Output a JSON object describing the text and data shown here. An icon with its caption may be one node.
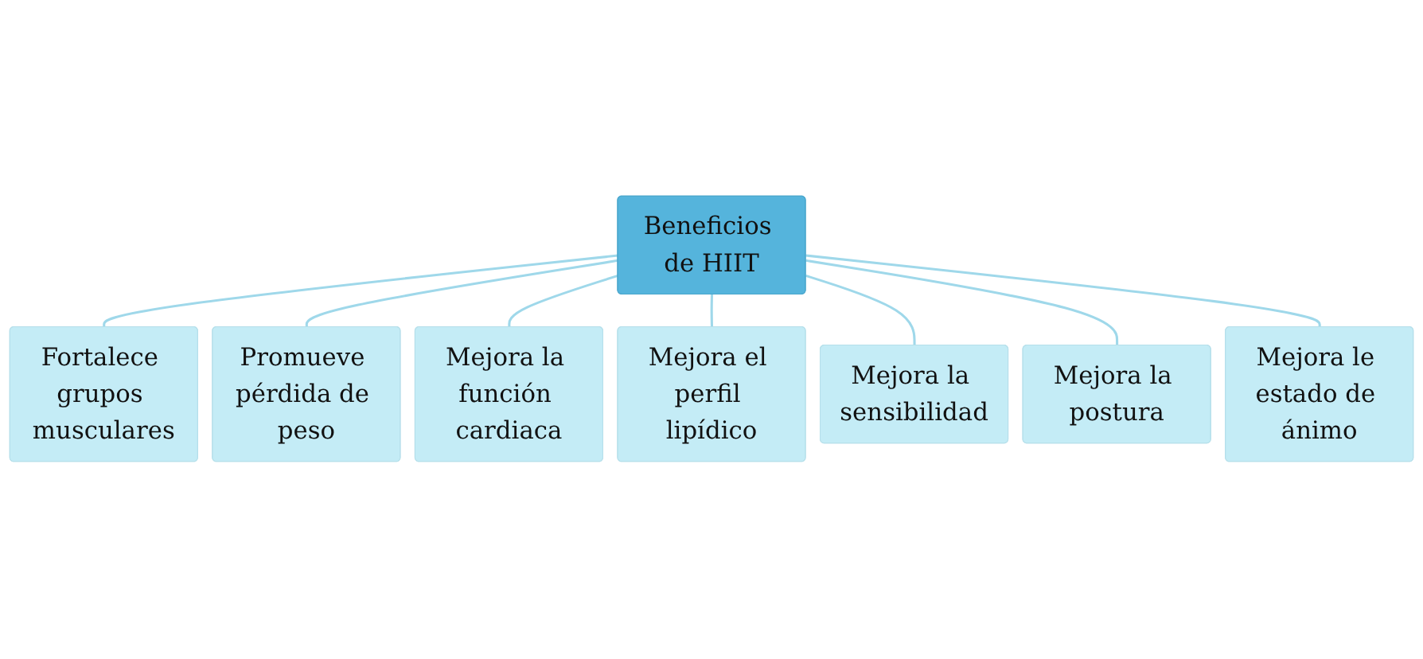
{
  "diagram": {
    "nodes": [
      {
        "text": [
          "Beneficios de HIIT"
        ]
      },
      {
        "text": [
          "Fortalece grupos musculares"
        ]
      },
      {
        "text": [
          "Promueve pérdida de peso"
        ]
      },
      {
        "text": [
          "Mejora la función cardiaca"
        ]
      },
      {
        "text": [
          "Mejora el perfil lipídico"
        ]
      },
      {
        "text": [
          "Mejora la sensibilidad"
        ]
      },
      {
        "text": [
          "Mejora la postura"
        ]
      },
      {
        "text": [
          "Mejora le estado de ánimo"
        ]
      }
    ],
    "edges": [
      {
        "from": 0,
        "to": 1,
        "arrow": "none"
      },
      {
        "from": 0,
        "to": 2,
        "arrow": "none"
      },
      {
        "from": 0,
        "to": 3,
        "arrow": "none"
      },
      {
        "from": 0,
        "to": 4,
        "arrow": "none"
      },
      {
        "from": 0,
        "to": 5,
        "arrow": "none"
      },
      {
        "from": 0,
        "to": 6,
        "arrow": "none"
      },
      {
        "from": 0,
        "to": 7,
        "arrow": "none"
      }
    ]
  }
}
